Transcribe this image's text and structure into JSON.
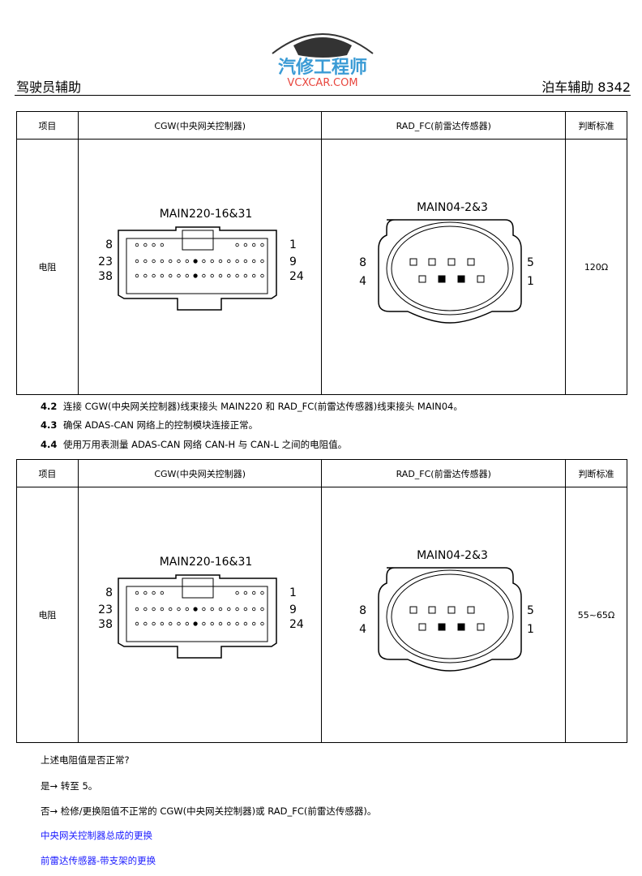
{
  "header": {
    "left": "驾驶员辅助",
    "right": "泊车辅助  8342",
    "logo_text": "汽修工程师",
    "logo_url_text": "VCXCAR.COM"
  },
  "tables": [
    {
      "headers": [
        "项目",
        "CGW(中央网关控制器)",
        "RAD_FC(前雷达传感器)",
        "判断标准"
      ],
      "item": "电阻",
      "cgw_label": "MAIN220-16&31",
      "rad_label": "MAIN04-2&3",
      "standard": "120Ω"
    },
    {
      "headers": [
        "项目",
        "CGW(中央网关控制器)",
        "RAD_FC(前雷达传感器)",
        "判断标准"
      ],
      "item": "电阻",
      "cgw_label": "MAIN220-16&31",
      "rad_label": "MAIN04-2&3",
      "standard": "55~65Ω"
    }
  ],
  "cgw_pin_labels": {
    "left": [
      "8",
      "23",
      "38"
    ],
    "right": [
      "1",
      "9",
      "24"
    ]
  },
  "rad_pin_labels": {
    "left": [
      "8",
      "4"
    ],
    "right": [
      "5",
      "1"
    ]
  },
  "steps": [
    {
      "num": "4.2",
      "text": "连接 CGW(中央网关控制器)线束接头 MAIN220  和 RAD_FC(前雷达传感器)线束接头 MAIN04。"
    },
    {
      "num": "4.3",
      "text": "确保 ADAS-CAN  网络上的控制模块连接正常。"
    },
    {
      "num": "4.4",
      "text": "使用万用表测量 ADAS-CAN  网络 CAN-H  与 CAN-L  之间的电阻值。"
    }
  ],
  "question": "上述电阻值是否正常?",
  "yes": "是→ 转至  5。",
  "no": "否→ 检修/更换阻值不正常的 CGW(中央网关控制器)或 RAD_FC(前雷达传感器)。",
  "links": [
    "中央网关控制器总成的更换",
    "前雷达传感器-带支架的更换"
  ],
  "colors": {
    "link": "#1a1aff",
    "logo_blue": "#3a9bd5",
    "logo_red": "#e8473f"
  }
}
